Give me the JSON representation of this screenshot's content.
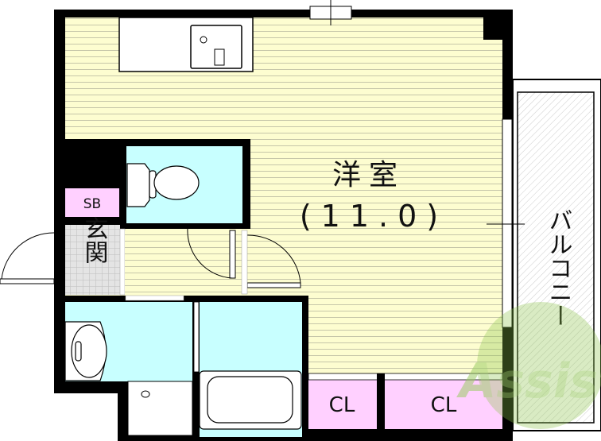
{
  "rooms": {
    "main": {
      "name": "洋室",
      "size": "(11.0)"
    },
    "balcony": "バルコニー",
    "entrance": "玄関",
    "shoe_box": "SB",
    "closet_1": "CL",
    "closet_2": "CL"
  },
  "watermark": "Assist",
  "colors": {
    "wall": "#000000",
    "floor": "#fdfdd0",
    "wet_area": "#c8ffff",
    "closet": "#ffd0ff",
    "entrance_tile": "#d8d8d8",
    "watermark": "#8bc34a"
  }
}
